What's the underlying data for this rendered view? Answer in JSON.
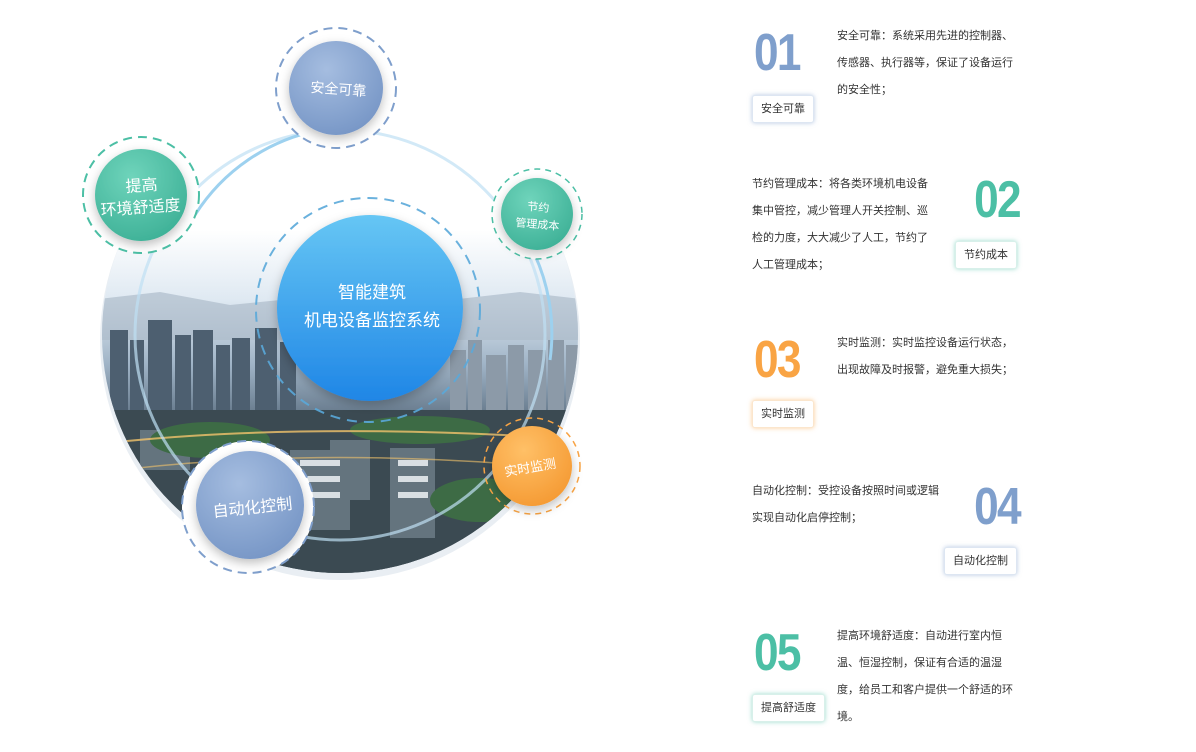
{
  "colors": {
    "blue": "#7f9fcc",
    "teal": "#4cbfa5",
    "orange": "#f9a444",
    "center_top": "#66c6f4",
    "center_bottom": "#1f86e6"
  },
  "diagram": {
    "center_line1": "智能建筑",
    "center_line2": "机电设备监控系统",
    "nodes": {
      "safety": "安全可靠",
      "comfort_line1": "提高",
      "comfort_line2": "环境舒适度",
      "cost_line1": "节约",
      "cost_line2": "管理成本",
      "monitor": "实时监测",
      "auto": "自动化控制"
    }
  },
  "features": [
    {
      "num": "01",
      "tag": "安全可靠",
      "desc": "安全可靠：系统采用先进的控制器、传感器、执行器等，保证了设备运行的安全性；"
    },
    {
      "num": "02",
      "tag": "节约成本",
      "desc": "节约管理成本：将各类环境机电设备集中管控，减少管理人开关控制、巡检的力度，大大减少了人工，节约了人工管理成本；"
    },
    {
      "num": "03",
      "tag": "实时监测",
      "desc": "实时监测：实时监控设备运行状态，出现故障及时报警，避免重大损失；"
    },
    {
      "num": "04",
      "tag": "自动化控制",
      "desc": "自动化控制：受控设备按照时间或逻辑实现自动化启停控制；"
    },
    {
      "num": "05",
      "tag": "提高舒适度",
      "desc": "提高环境舒适度：自动进行室内恒温、恒湿控制，保证有合适的温湿度，给员工和客户提供一个舒适的环境。"
    }
  ]
}
